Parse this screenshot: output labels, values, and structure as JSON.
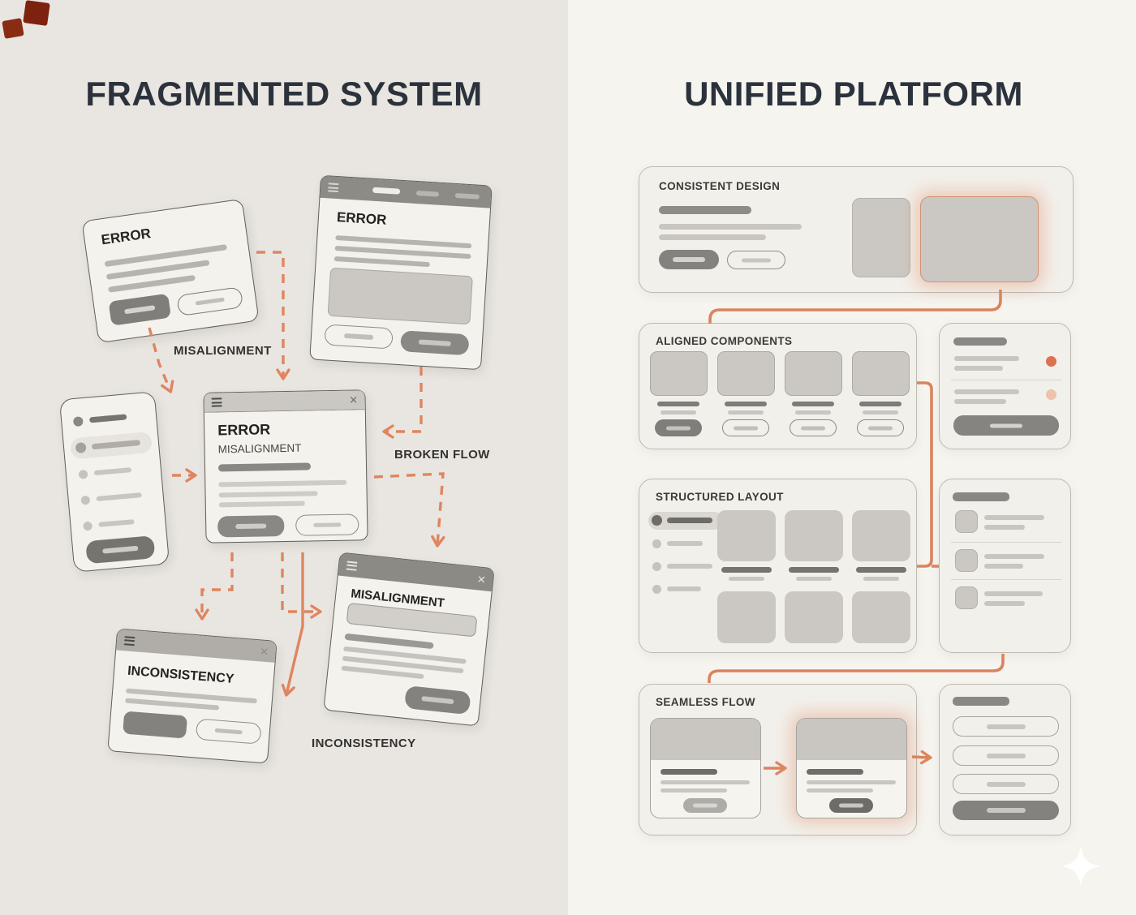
{
  "titles": {
    "left": "FRAGMENTED SYSTEM",
    "right": "UNIFIED PLATFORM"
  },
  "fragmented": {
    "error_card": {
      "title": "ERROR"
    },
    "error_browser": {
      "title": "ERROR"
    },
    "error_dialog": {
      "title": "ERROR",
      "subtitle": "MISALIGNMENT"
    },
    "inconsistency_window": {
      "title": "INCONSISTENCY"
    },
    "misalignment_window": {
      "title": "MISALIGNMENT"
    },
    "floating_labels": {
      "misalignment": "MISALIGNMENT",
      "broken_flow": "BROKEN FLOW",
      "inconsistency": "INCONSISTENCY"
    }
  },
  "unified": {
    "consistent_design": {
      "heading": "CONSISTENT DESIGN"
    },
    "aligned_components": {
      "heading": "ALIGNED COMPONENTS"
    },
    "structured_layout": {
      "heading": "STRUCTURED LAYOUT"
    },
    "seamless_flow": {
      "heading": "SEAMLESS FLOW"
    }
  },
  "glyphs": {
    "close": "×"
  },
  "colors": {
    "accent_orange": "#DF8560",
    "heading_text": "#2B323C",
    "left_background": "#E9E6E1",
    "right_background": "#F6F4EF",
    "corner_mark_red": "#7E220F"
  }
}
